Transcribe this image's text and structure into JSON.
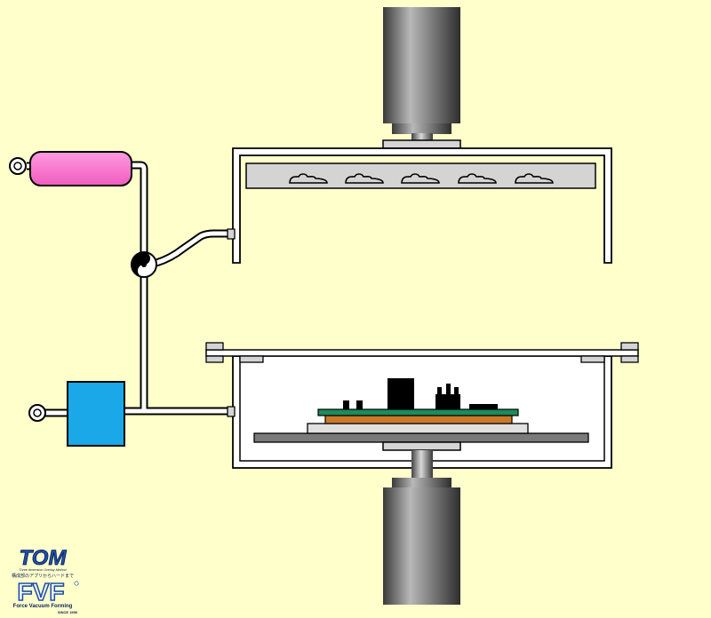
{
  "diagram": {
    "background_color": "#FFFFCC",
    "colors": {
      "outline": "#000000",
      "pipe_fill": "#FFFFFF",
      "chamber_fill": "#D4D4D4",
      "tank_color": "#FF77D2",
      "pump_color": "#1AA8E8",
      "pcb_green": "#1F8A5A",
      "pcb_orange": "#C87A2A",
      "base_plate": "#7A7A7A",
      "spacer_plate": "#E0E0E0",
      "component_dark": "#000000"
    },
    "icons": {
      "upper_actuator": "cylinder-actuator-icon",
      "lower_actuator": "cylinder-actuator-icon",
      "tank": "pressure-tank-icon",
      "pump": "vacuum-pump-icon",
      "valve": "three-way-valve-icon",
      "heater": "heater-element-icon",
      "intake": "ring-fitting-icon"
    }
  },
  "logo": {
    "brand": "TOM",
    "tagline": "Three dimension Overlay Method",
    "japanese_line": "構成部のアプリからハードまで",
    "product": "FVF",
    "product_full": "Force Vacuum Forming",
    "since": "SINCE 1956",
    "colors": {
      "brand_blue": "#1E4FA8",
      "text_dark": "#0A1F55"
    }
  }
}
